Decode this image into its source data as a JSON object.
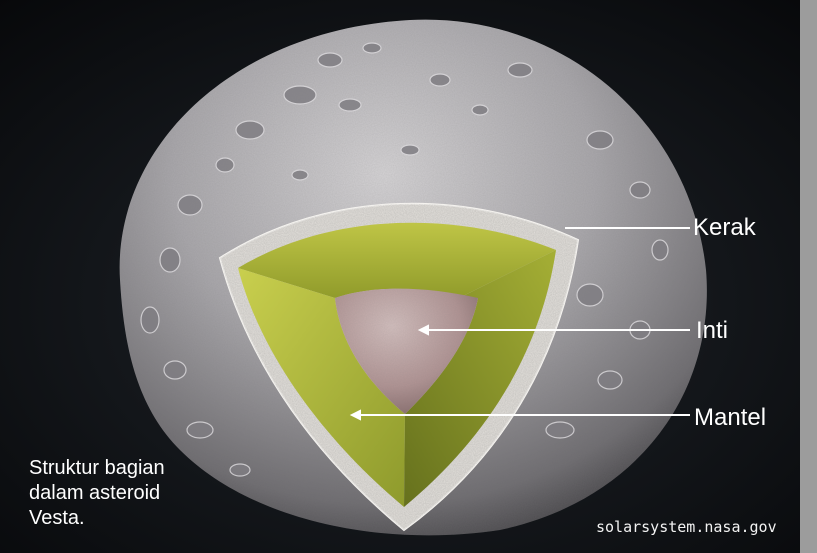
{
  "labels": {
    "crust": "Kerak",
    "core": "Inti",
    "mantle": "Mantel"
  },
  "caption": {
    "lines": [
      "Struktur bagian",
      "dalam asteroid",
      "Vesta."
    ]
  },
  "credit": "solarsystem.nasa.gov",
  "colors": {
    "background": "#0b0c0e",
    "asteroid": "#a9a7ab",
    "crust": "#d8d5d0",
    "mantle": "#c7cc49",
    "core": "#bda3a3",
    "leader_line": "#ffffff"
  }
}
